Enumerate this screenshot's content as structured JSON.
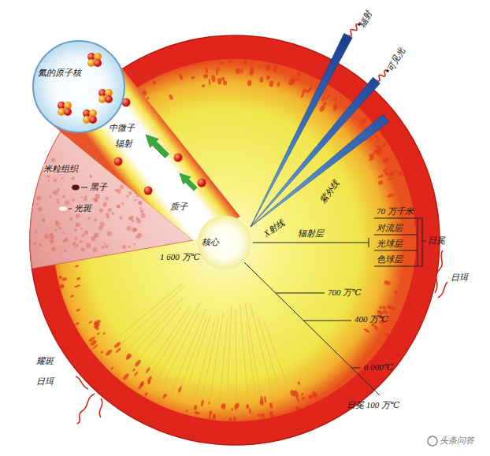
{
  "diagram": {
    "nodes": [
      {
        "text": [
          "氦的原子核"
        ]
      },
      {
        "text": [
          "核心"
        ]
      }
    ],
    "labels": [
      "中微子",
      "辐射",
      "质子",
      "米粒组织",
      "黑子",
      "光斑",
      "1 600 万℃",
      "辐射",
      "可见光",
      "紫外线",
      "X射线",
      "70 万千米",
      "对流层",
      "光球层",
      "色球层",
      "日冕",
      "辐射层",
      "700 万℃",
      "400 万℃",
      "6 000℃",
      "日冕 100 万℃",
      "耀斑",
      "日珥",
      "日珥",
      "头条问答"
    ]
  }
}
